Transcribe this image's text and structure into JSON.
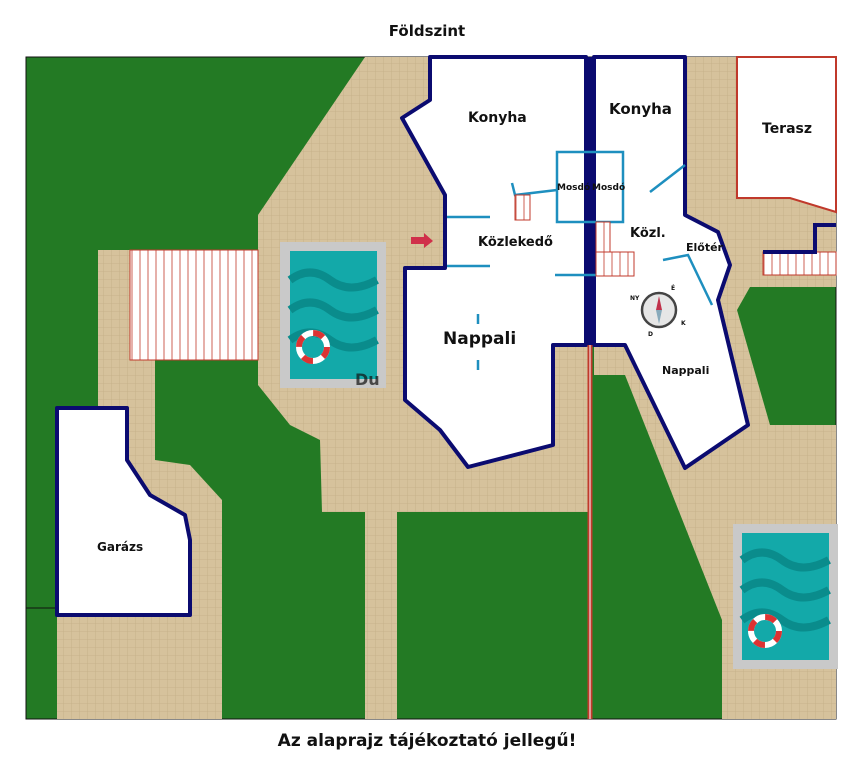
{
  "title": "Földszint",
  "note": "Az alaprajz tájékoztató jellegű!",
  "rooms": {
    "konyha_left": "Konyha",
    "konyha_right": "Konyha",
    "terasz": "Terasz",
    "mosdo_left": "Mosdó",
    "mosdo_right": "Mosdó",
    "kozlekedo": "Közlekedő",
    "kozl": "Közl.",
    "eloter": "Előtér",
    "nappali_left": "Nappali",
    "nappali_right": "Nappali",
    "garazs": "Garázs"
  },
  "compass": {
    "n": "É",
    "w": "NY",
    "s": "D",
    "e": "K"
  },
  "watermark": "Du",
  "colors": {
    "grass": "#237a24",
    "paving": "#d6c29c",
    "wall": "#0b0b70",
    "pool": "#13a9a9",
    "stairs": "#c0392b"
  }
}
